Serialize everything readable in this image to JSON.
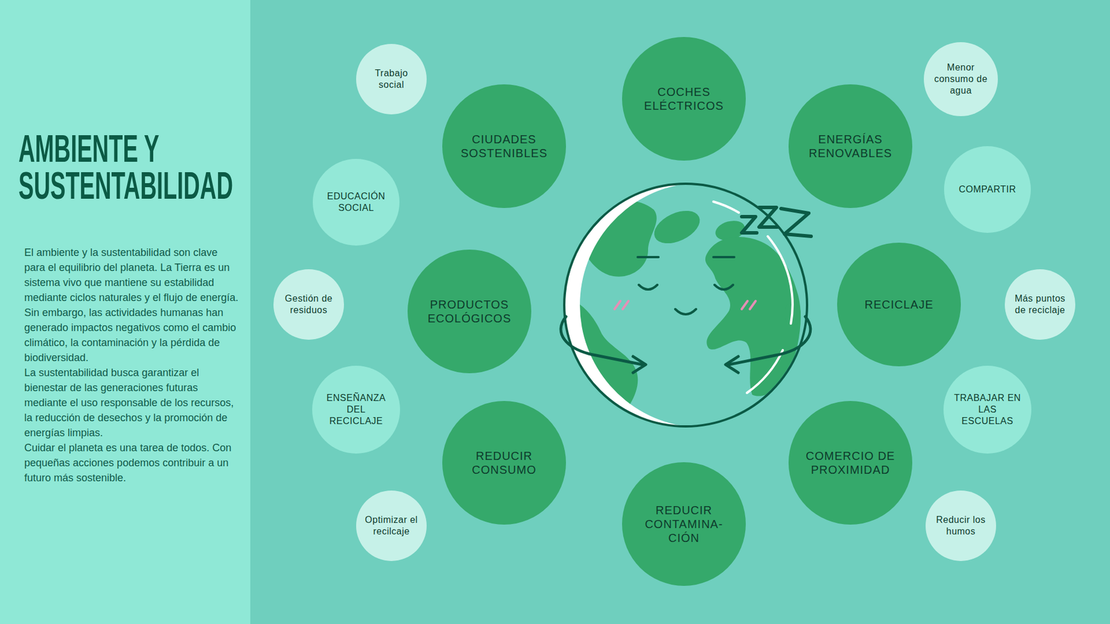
{
  "diagram": {
    "title": "AMBIENTE Y SUSTENTABILIDAD",
    "nodes": [
      {
        "text": [
          "Trabajo social"
        ]
      },
      {
        "text": [
          "COCHES ELÉCTRICOS"
        ]
      },
      {
        "text": [
          "Menor consumo de agua"
        ]
      },
      {
        "text": [
          "CIUDADES SOSTENIBLES"
        ]
      },
      {
        "text": [
          "ENERGÍAS RENOVABLES"
        ]
      },
      {
        "text": [
          "EDUCACIÓN SOCIAL"
        ]
      },
      {
        "text": [
          "COMPARTIR"
        ]
      },
      {
        "text": [
          "Gestión de residuos"
        ]
      },
      {
        "text": [
          "PRODUCTOS ECOLÓGICOS"
        ]
      },
      {
        "text": [
          "RECICLAJE"
        ]
      },
      {
        "text": [
          "Más puntos de reciclaje"
        ]
      },
      {
        "text": [
          "ENSEÑANZA DEL RECICLAJE"
        ]
      },
      {
        "text": [
          "TRABAJAR EN LAS ESCUELAS"
        ]
      },
      {
        "text": [
          "REDUCIR CONSUMO"
        ]
      },
      {
        "text": [
          "COMERCIO DE PROXIMIDAD"
        ]
      },
      {
        "text": [
          "Optimizar el recilcaje"
        ]
      },
      {
        "text": [
          "Reducir los humos"
        ]
      },
      {
        "text": [
          "REDUCIR CONTAMINA- CIÓN"
        ]
      }
    ],
    "labels": [
      "El ambiente y la sustentabilidad son clave para el equilibrio del planeta. La Tierra es un sistema vivo que mantiene su estabilidad mediante ciclos naturales y el flujo de energía.",
      "Sin embargo, las actividades humanas han generado impactos negativos como el cambio climático, la contaminación y la pérdida de biodiversidad.",
      "La sustentabilidad busca garantizar el bienestar de las generaciones futuras mediante el uso responsable de los recursos, la reducción de desechos y la promoción de energías limpias.",
      "Cuidar el planeta es una tarea de todos. Con pequeñas acciones podemos contribuir a un futuro más sostenible."
    ]
  }
}
